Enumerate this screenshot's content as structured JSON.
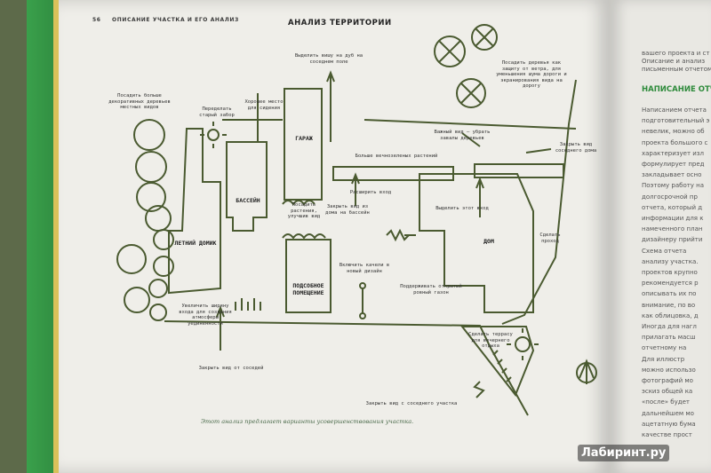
{
  "book": {
    "page_number": "56",
    "running_header": "ОПИСАНИЕ УЧАСТКА И ЕГО АНАЛИЗ",
    "page_title": "АНАЛИЗ ТЕРРИТОРИИ",
    "caption": "Этот анализ предлагает варианты усовершенствования участка."
  },
  "plan_labels": {
    "pool": "БАССЕЙН",
    "garage": "ГАРАЖ",
    "summer_house": "ЛЕТНИЙ ДОМИК",
    "utility_room": "ПОДСОБНОЕ ПОМЕЩЕНИЕ",
    "house": "ДОМ",
    "plant_trees_native": "Посадить больше декоративных деревьев местных видов",
    "redo_fence": "Переделать старый забор",
    "good_sitting_place": "Хорошее место для сидения",
    "highlight_view": "Выделить вишу на дуб на соседнем поле",
    "plant_trees_wind": "Посадить деревья как защиту от ветра, для уменьшения шума дороги и экранирования вида на дорогу",
    "important_view": "Важный вид – убрать завалы деревьев",
    "close_neighbor_view_top": "Закрыть вид соседнего дома",
    "more_evergreens": "Больше вечнозеленых растений",
    "expand_entrance": "Расширить вход",
    "plant_plants_improve_view": "Посадить растения, улучшив вид",
    "close_house_view_from_pool": "Закрыть вид из дома на бассейн",
    "highlight_this_entrance": "Выделить этот вход",
    "make_passage": "Сделать проход",
    "include_swing": "Включить качели в новый дизайн",
    "maintain_lawn": "Поддерживать открытый ровный газон",
    "widen_entrance": "Увеличить ширину входа для создания атмосферы уединенности",
    "make_terrace": "Сделать террасу для вечернего отдыха",
    "close_neighbor_view_bottom": "Закрыть вид от соседей",
    "close_neighbor_plot_view": "Закрыть вид с соседнего участка"
  },
  "right_page": {
    "lines_top": [
      "вашего проекта и ст",
      "Описание и анализ",
      "письменным отчетом"
    ],
    "heading": "НАПИСАНИЕ ОТЧ",
    "lines_body": [
      "Написанием отчета",
      "подготовительный э",
      "невелик, можно об",
      "проекта большого с",
      "характеризует изл",
      "формулирует пред",
      "закладывает осно",
      "Поэтому работу на",
      "долгосрочной пр",
      "отчета, который д",
      "информации для к",
      "намеченного план",
      "дизайнеру прийти",
      "Схема отчета",
      "анализу участка.",
      "проектов крупно",
      "рекомендуется р",
      "описывать их по",
      "внимание, по во",
      "как облицовка, д",
      "Иногда для нагл",
      "прилагать масш",
      "отчетному на",
      "Для иллюстр",
      "можно использо",
      "фотографий мо",
      "эскиз общей ка",
      "«после» будет",
      "дальнейшем мо",
      "ацетатную бума",
      "качестве прост"
    ]
  },
  "watermark": "Лабиринт.ру",
  "colors": {
    "plan_ink": "#4a5a30",
    "cover_green": "#3aa04b",
    "heading_green": "#2d8a3a"
  }
}
